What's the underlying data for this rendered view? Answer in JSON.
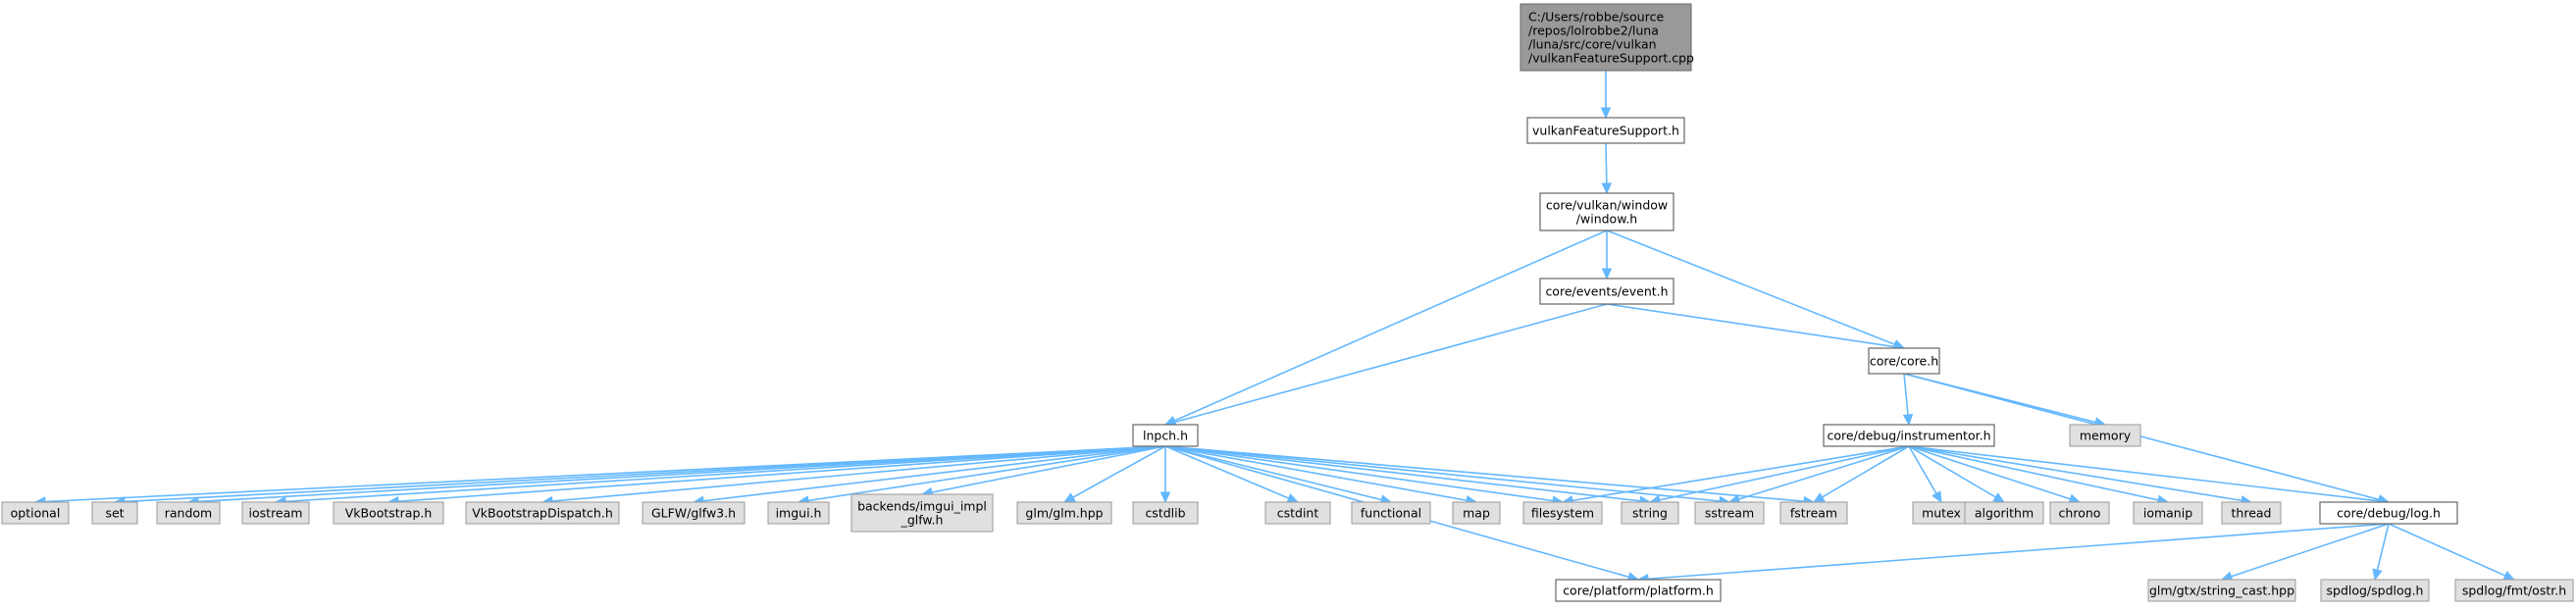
{
  "colors": {
    "edge": "#63b8ff",
    "root_fill": "#999999",
    "normal_fill": "#ffffff",
    "external_fill": "#e0e0e0",
    "border": "#666666"
  },
  "nodes": {
    "root": {
      "lines": [
        "C:/Users/robbe/source",
        "/repos/lolrobbe2/luna",
        "/luna/src/core/vulkan",
        "/vulkanFeatureSupport.cpp"
      ],
      "kind": "root"
    },
    "vfs_h": {
      "lines": [
        "vulkanFeatureSupport.h"
      ],
      "kind": "normal"
    },
    "window_h": {
      "lines": [
        "core/vulkan/window",
        "/window.h"
      ],
      "kind": "normal"
    },
    "event_h": {
      "lines": [
        "core/events/event.h"
      ],
      "kind": "normal"
    },
    "core_h": {
      "lines": [
        "core/core.h"
      ],
      "kind": "normal"
    },
    "lnpch_h": {
      "lines": [
        "lnpch.h"
      ],
      "kind": "normal"
    },
    "instrumentor_h": {
      "lines": [
        "core/debug/instrumentor.h"
      ],
      "kind": "normal"
    },
    "memory": {
      "lines": [
        "memory"
      ],
      "kind": "external"
    },
    "optional": {
      "lines": [
        "optional"
      ],
      "kind": "external"
    },
    "set": {
      "lines": [
        "set"
      ],
      "kind": "external"
    },
    "random": {
      "lines": [
        "random"
      ],
      "kind": "external"
    },
    "iostream": {
      "lines": [
        "iostream"
      ],
      "kind": "external"
    },
    "vkbootstrap": {
      "lines": [
        "VkBootstrap.h"
      ],
      "kind": "external"
    },
    "vkbootstrapdispatch": {
      "lines": [
        "VkBootstrapDispatch.h"
      ],
      "kind": "external"
    },
    "glfw": {
      "lines": [
        "GLFW/glfw3.h"
      ],
      "kind": "external"
    },
    "imgui": {
      "lines": [
        "imgui.h"
      ],
      "kind": "external"
    },
    "imgui_impl": {
      "lines": [
        "backends/imgui_impl",
        "_glfw.h"
      ],
      "kind": "external"
    },
    "glm": {
      "lines": [
        "glm/glm.hpp"
      ],
      "kind": "external"
    },
    "cstdlib": {
      "lines": [
        "cstdlib"
      ],
      "kind": "external"
    },
    "cstdint": {
      "lines": [
        "cstdint"
      ],
      "kind": "external"
    },
    "functional": {
      "lines": [
        "functional"
      ],
      "kind": "external"
    },
    "map": {
      "lines": [
        "map"
      ],
      "kind": "external"
    },
    "filesystem": {
      "lines": [
        "filesystem"
      ],
      "kind": "external"
    },
    "string": {
      "lines": [
        "string"
      ],
      "kind": "external"
    },
    "sstream": {
      "lines": [
        "sstream"
      ],
      "kind": "external"
    },
    "fstream": {
      "lines": [
        "fstream"
      ],
      "kind": "external"
    },
    "mutex": {
      "lines": [
        "mutex"
      ],
      "kind": "external"
    },
    "algorithm": {
      "lines": [
        "algorithm"
      ],
      "kind": "external"
    },
    "chrono": {
      "lines": [
        "chrono"
      ],
      "kind": "external"
    },
    "iomanip": {
      "lines": [
        "iomanip"
      ],
      "kind": "external"
    },
    "thread": {
      "lines": [
        "thread"
      ],
      "kind": "external"
    },
    "log_h": {
      "lines": [
        "core/debug/log.h"
      ],
      "kind": "normal"
    },
    "platform_h": {
      "lines": [
        "core/platform/platform.h"
      ],
      "kind": "normal"
    },
    "string_cast": {
      "lines": [
        "glm/gtx/string_cast.hpp"
      ],
      "kind": "external"
    },
    "spdlog": {
      "lines": [
        "spdlog/spdlog.h"
      ],
      "kind": "external"
    },
    "ostr": {
      "lines": [
        "spdlog/fmt/ostr.h"
      ],
      "kind": "external"
    }
  },
  "edges": [
    [
      "root",
      "vfs_h"
    ],
    [
      "vfs_h",
      "window_h"
    ],
    [
      "window_h",
      "event_h"
    ],
    [
      "window_h",
      "lnpch_h"
    ],
    [
      "window_h",
      "core_h"
    ],
    [
      "event_h",
      "lnpch_h"
    ],
    [
      "event_h",
      "core_h"
    ],
    [
      "core_h",
      "instrumentor_h"
    ],
    [
      "core_h",
      "memory"
    ],
    [
      "core_h",
      "log_h"
    ],
    [
      "lnpch_h",
      "optional"
    ],
    [
      "lnpch_h",
      "set"
    ],
    [
      "lnpch_h",
      "random"
    ],
    [
      "lnpch_h",
      "iostream"
    ],
    [
      "lnpch_h",
      "vkbootstrap"
    ],
    [
      "lnpch_h",
      "vkbootstrapdispatch"
    ],
    [
      "lnpch_h",
      "glfw"
    ],
    [
      "lnpch_h",
      "imgui"
    ],
    [
      "lnpch_h",
      "imgui_impl"
    ],
    [
      "lnpch_h",
      "glm"
    ],
    [
      "lnpch_h",
      "cstdlib"
    ],
    [
      "lnpch_h",
      "cstdint"
    ],
    [
      "lnpch_h",
      "functional"
    ],
    [
      "lnpch_h",
      "map"
    ],
    [
      "lnpch_h",
      "filesystem"
    ],
    [
      "lnpch_h",
      "string"
    ],
    [
      "lnpch_h",
      "sstream"
    ],
    [
      "lnpch_h",
      "fstream"
    ],
    [
      "lnpch_h",
      "platform_h"
    ],
    [
      "instrumentor_h",
      "filesystem"
    ],
    [
      "instrumentor_h",
      "string"
    ],
    [
      "instrumentor_h",
      "sstream"
    ],
    [
      "instrumentor_h",
      "fstream"
    ],
    [
      "instrumentor_h",
      "mutex"
    ],
    [
      "instrumentor_h",
      "algorithm"
    ],
    [
      "instrumentor_h",
      "chrono"
    ],
    [
      "instrumentor_h",
      "iomanip"
    ],
    [
      "instrumentor_h",
      "thread"
    ],
    [
      "instrumentor_h",
      "log_h"
    ],
    [
      "log_h",
      "platform_h"
    ],
    [
      "log_h",
      "string_cast"
    ],
    [
      "log_h",
      "spdlog"
    ],
    [
      "log_h",
      "ostr"
    ]
  ]
}
